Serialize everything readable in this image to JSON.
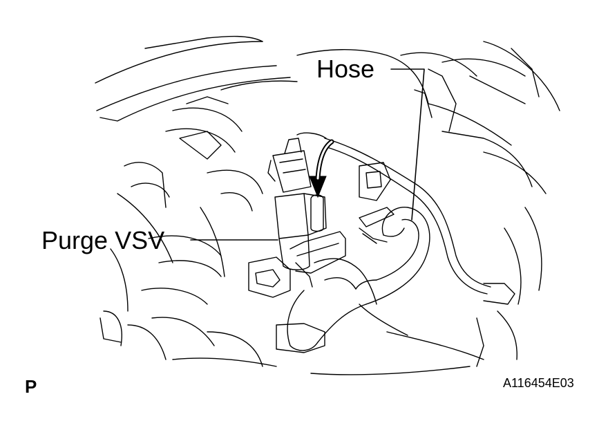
{
  "labels": {
    "hose": "Hose",
    "purge_vsv": "Purge VSV",
    "view_code": "P",
    "figure_code": "A116454E03"
  },
  "icons": {
    "arrow": "curved-down-arrow-icon"
  },
  "colors": {
    "line": "#000000",
    "background": "#ffffff"
  }
}
